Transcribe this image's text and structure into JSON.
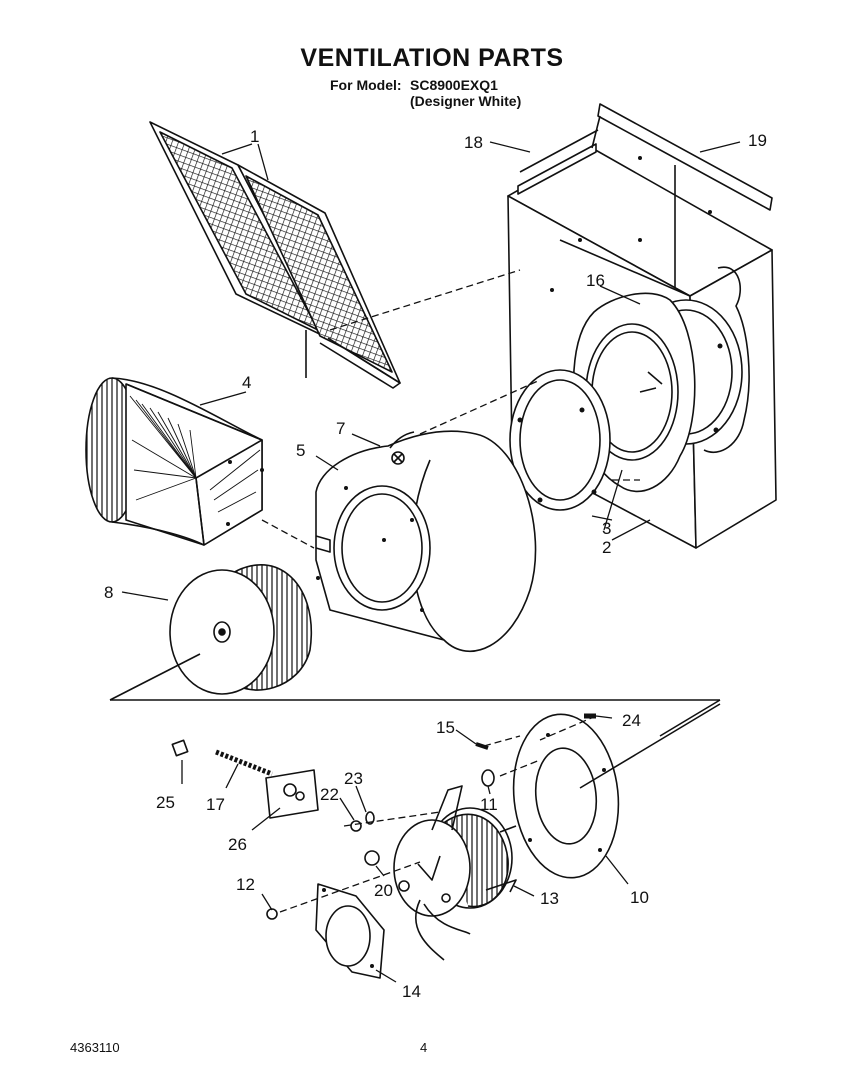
{
  "header": {
    "title": "VENTILATION PARTS",
    "model_label": "For Model:",
    "model_number": "SC8900EXQ1",
    "variant": "(Designer White)"
  },
  "footer": {
    "doc_number": "4363110",
    "page_number": "4"
  },
  "callouts": [
    "1",
    "2",
    "3",
    "4",
    "5",
    "7",
    "8",
    "10",
    "11",
    "12",
    "13",
    "14",
    "15",
    "16",
    "17",
    "18",
    "19",
    "20",
    "22",
    "23",
    "24",
    "25",
    "26"
  ]
}
